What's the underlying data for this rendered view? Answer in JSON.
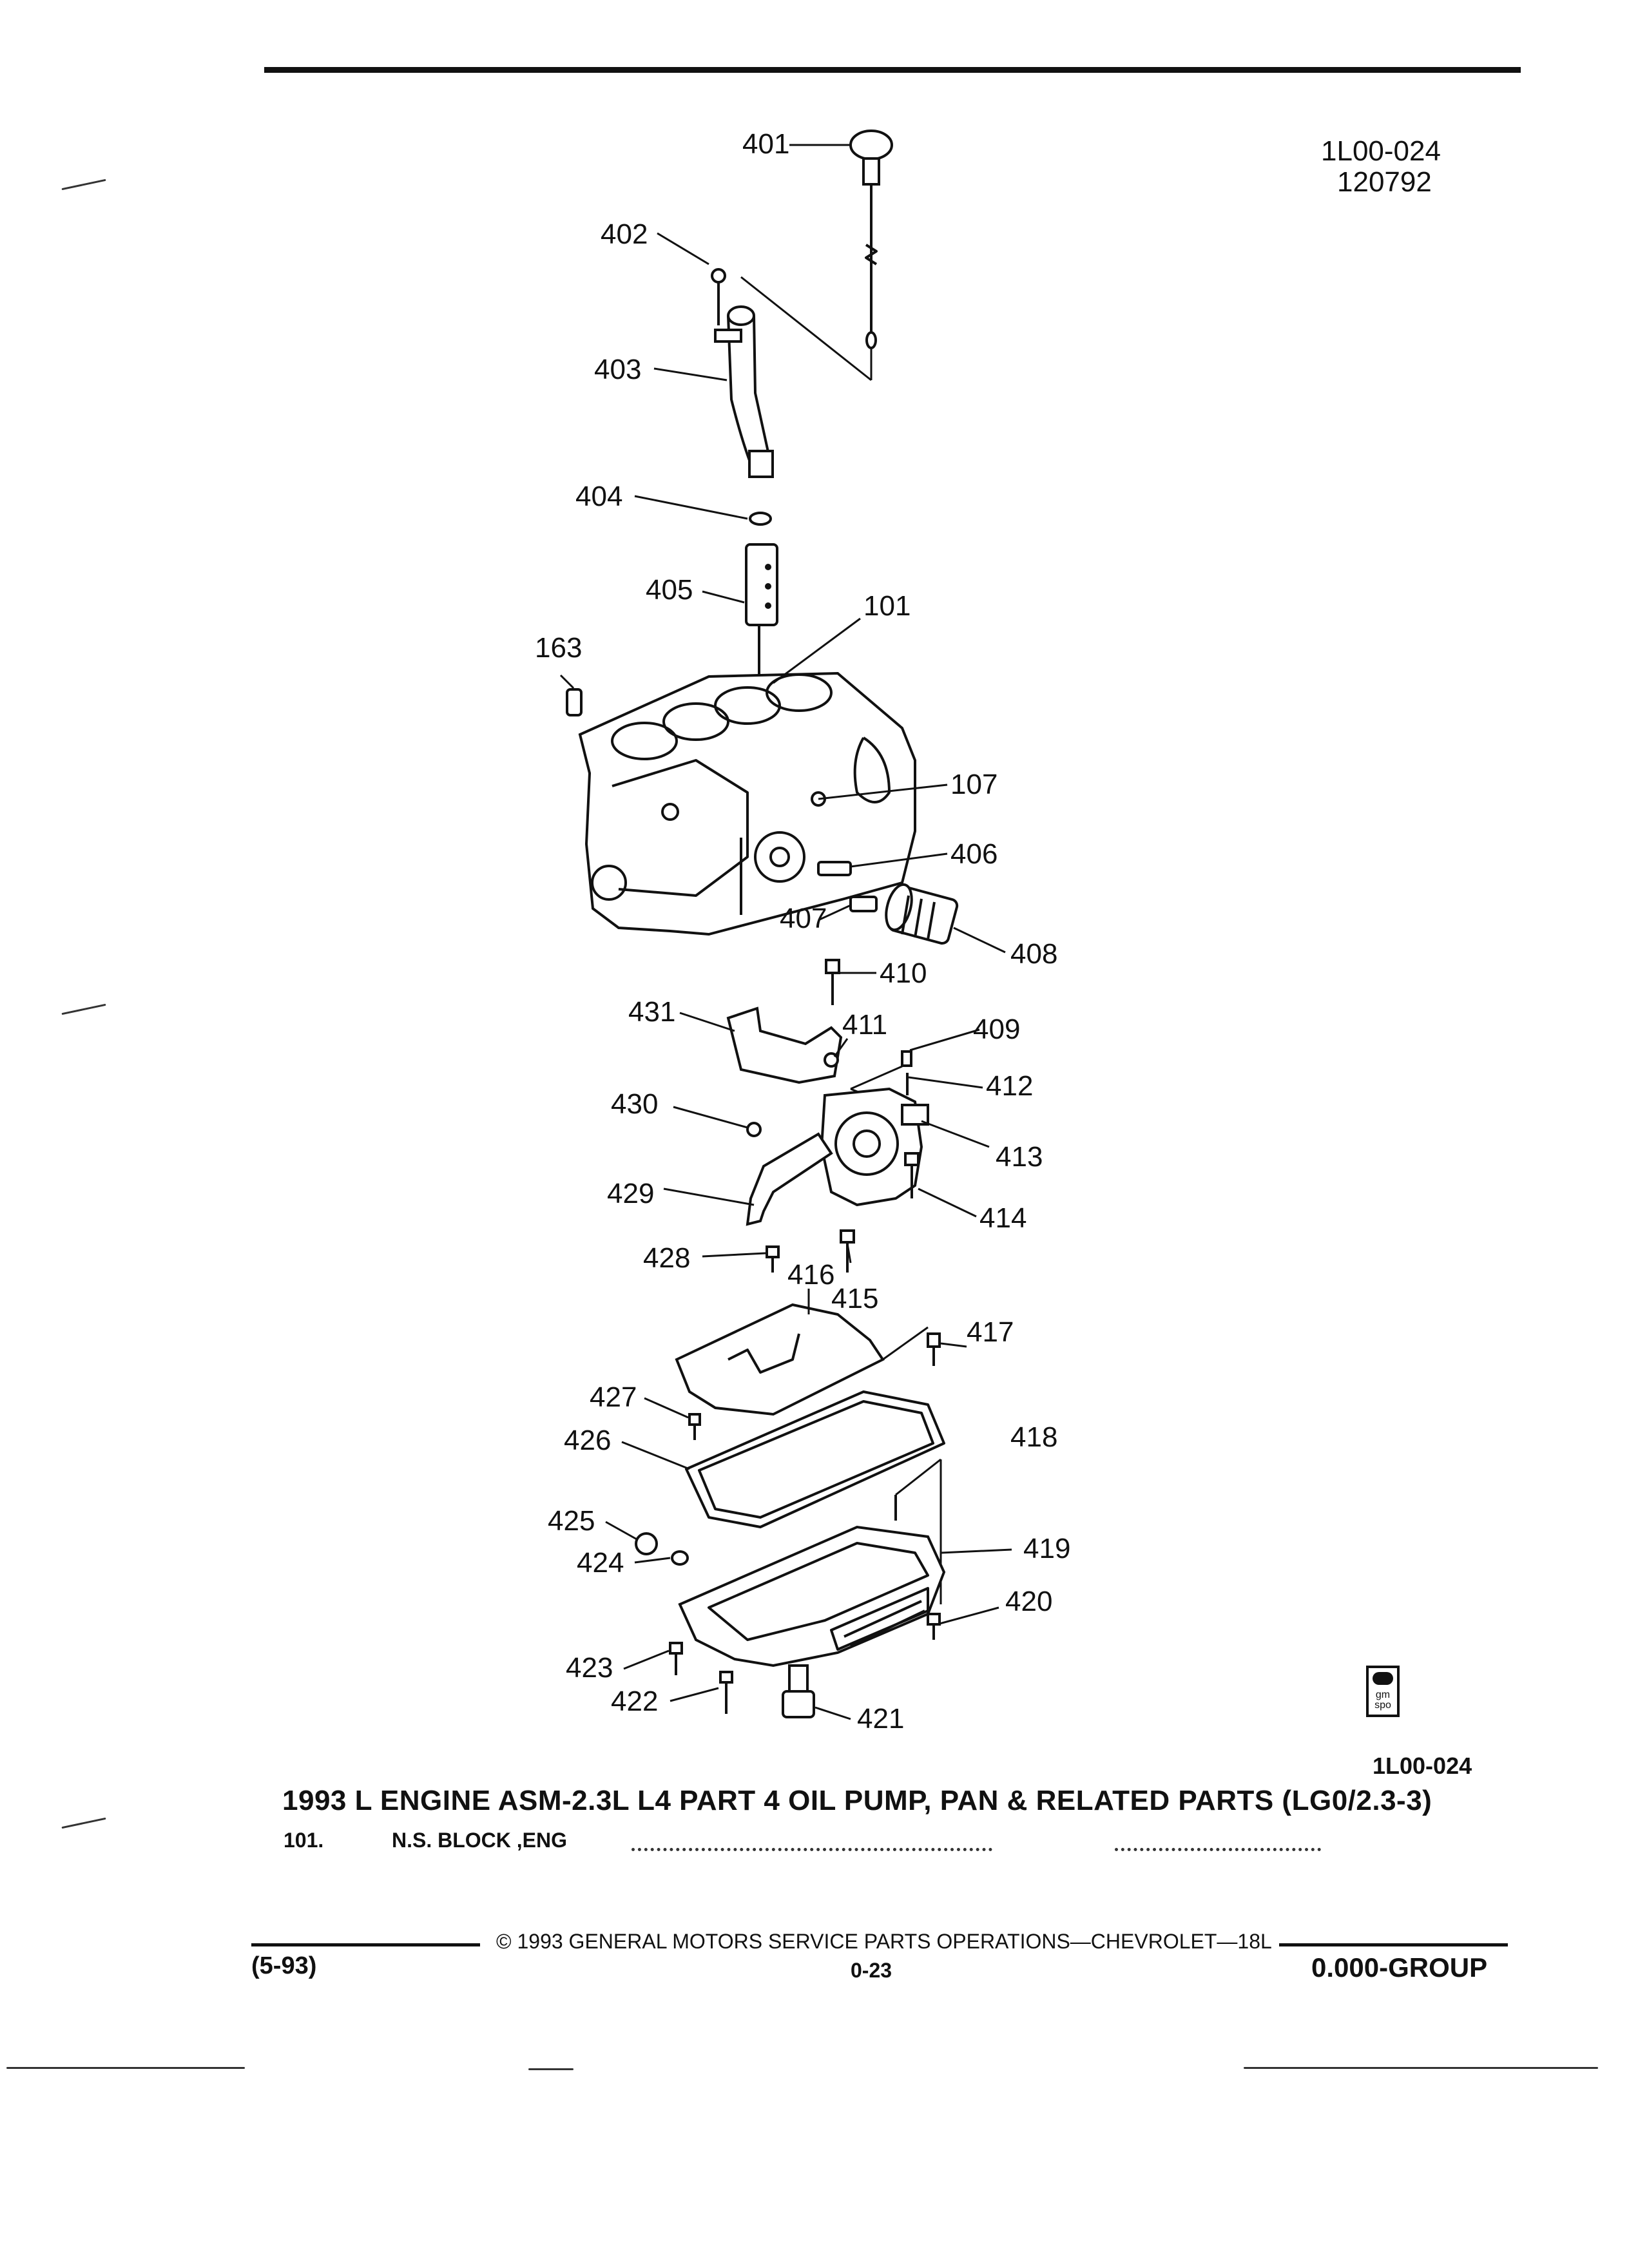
{
  "header": {
    "code": "1L00-024",
    "date": "120792"
  },
  "figure_code": "1L00-024",
  "callouts": [
    "401",
    "402",
    "403",
    "404",
    "405",
    "101",
    "163",
    "107",
    "406",
    "407",
    "408",
    "410",
    "431",
    "411",
    "409",
    "412",
    "430",
    "413",
    "429",
    "414",
    "428",
    "416",
    "415",
    "417",
    "427",
    "426",
    "418",
    "425",
    "424",
    "419",
    "420",
    "423",
    "422",
    "421"
  ],
  "logo": {
    "text": "gm spo"
  },
  "title": "1993 L ENGINE ASM-2.3L L4 PART 4 OIL PUMP, PAN & RELATED PARTS (LG0/2.3-3)",
  "parts_list": [
    {
      "number": "101.",
      "description": "N.S.  BLOCK ,ENG"
    }
  ],
  "footer": {
    "date": "(5-93)",
    "copyright": "© 1993  GENERAL MOTORS SERVICE PARTS OPERATIONS—CHEVROLET—18L",
    "page": "0-23",
    "group": "0.000-GROUP"
  }
}
